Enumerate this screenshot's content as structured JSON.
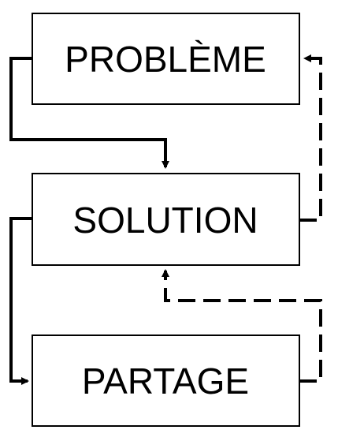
{
  "diagram": {
    "boxes": {
      "problem": {
        "label": "PROBLÈME"
      },
      "solution": {
        "label": "SOLUTION"
      },
      "share": {
        "label": "PARTAGE"
      }
    },
    "colors": {
      "stroke": "#000000",
      "background": "#ffffff"
    },
    "connectors": [
      {
        "from": "problem",
        "to": "solution",
        "style": "solid"
      },
      {
        "from": "solution",
        "to": "share",
        "style": "solid"
      },
      {
        "from": "solution",
        "to": "problem",
        "style": "dashed"
      },
      {
        "from": "share",
        "to": "solution",
        "style": "dashed"
      }
    ]
  }
}
